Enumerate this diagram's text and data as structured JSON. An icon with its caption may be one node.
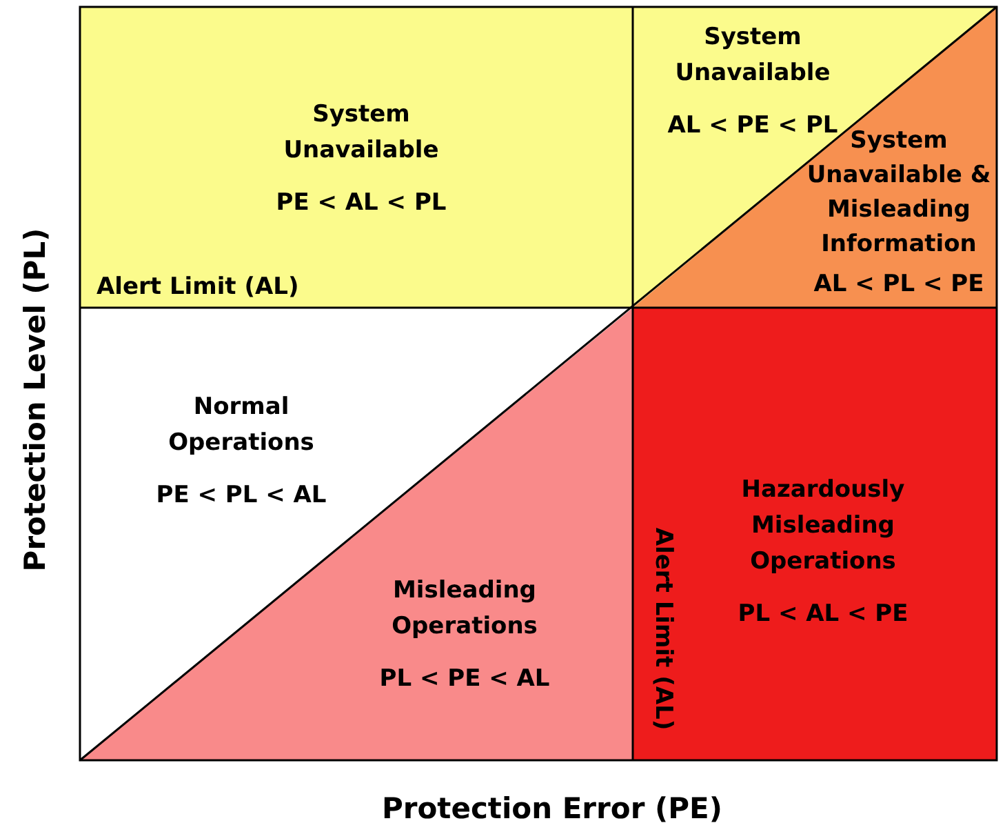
{
  "diagram": {
    "nodes": [
      {
        "text": [
          "System Unavailable",
          "PE < AL < PL"
        ]
      },
      {
        "text": [
          "System Unavailable",
          "AL < PE < PL"
        ]
      },
      {
        "text": [
          "System Unavailable & Misleading Information",
          "AL < PL < PE"
        ]
      },
      {
        "text": [
          "Normal Operations",
          "PE < PL < AL"
        ]
      },
      {
        "text": [
          "Misleading Operations",
          "PL < PE < AL"
        ]
      },
      {
        "text": [
          "Hazardously Misleading Operations",
          "PL < AL < PE"
        ]
      }
    ],
    "labels": [
      "Alert Limit (AL)",
      "Alert Limit (AL)",
      "Protection Level (PL)",
      "Protection Error (PE)"
    ]
  }
}
